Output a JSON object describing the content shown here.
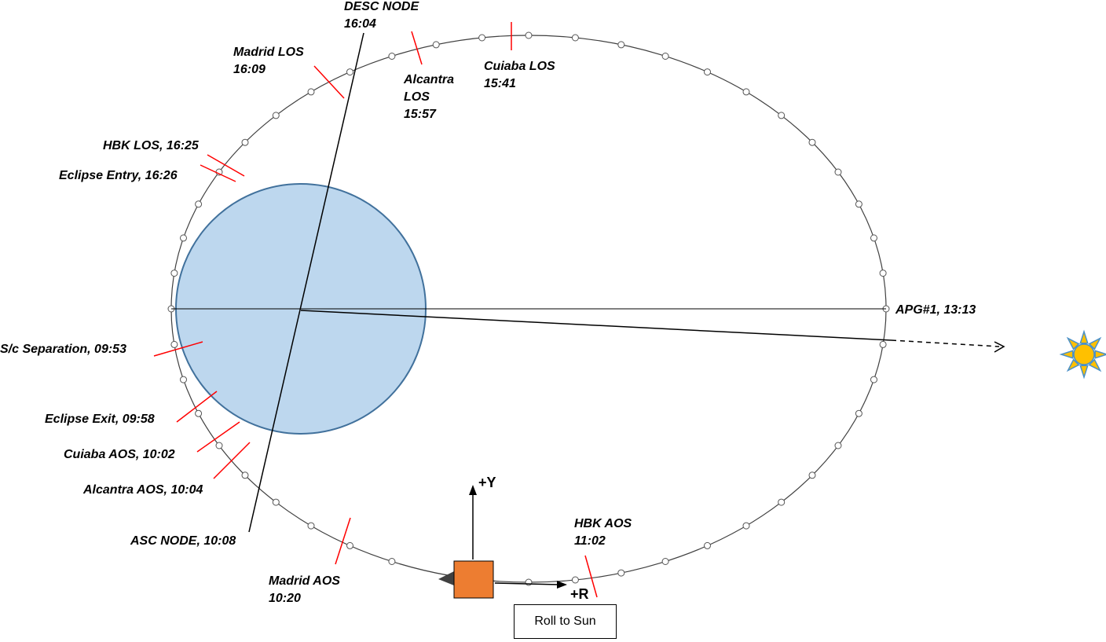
{
  "diagram": {
    "colors": {
      "earth_fill": "#bdd7ee",
      "earth_stroke": "#41719c",
      "event_tick": "#ff0000",
      "spacecraft": "#ed7d31",
      "sun": "#ffc000",
      "sun_rays": "#4a90c8"
    },
    "labels": {
      "desc_node": {
        "line1": "DESC NODE",
        "line2": "16:04"
      },
      "madrid_los": {
        "line1": "Madrid LOS",
        "line2": "16:09"
      },
      "alcantra_los": {
        "line1": "Alcantra",
        "line2": "LOS",
        "line3": "15:57"
      },
      "cuiaba_los": {
        "line1": "Cuiaba LOS",
        "line2": "15:41"
      },
      "hbk_los": "HBK LOS, 16:25",
      "eclipse_entry": "Eclipse Entry, 16:26",
      "apg1": "APG#1, 13:13",
      "sc_separation": "S/c  Separation, 09:53",
      "eclipse_exit": "Eclipse Exit, 09:58",
      "cuiaba_aos": "Cuiaba AOS, 10:02",
      "alcantra_aos": "Alcantra AOS, 10:04",
      "asc_node": "ASC NODE, 10:08",
      "madrid_aos": {
        "line1": "Madrid AOS",
        "line2": "10:20"
      },
      "hbk_aos": {
        "line1": "HBK AOS",
        "line2": "11:02"
      },
      "plus_y": "+Y",
      "plus_r": "+R",
      "roll_to_sun": "Roll to Sun"
    },
    "icons": [
      "sun-icon",
      "spacecraft-icon",
      "direction-arrow-icon"
    ]
  }
}
